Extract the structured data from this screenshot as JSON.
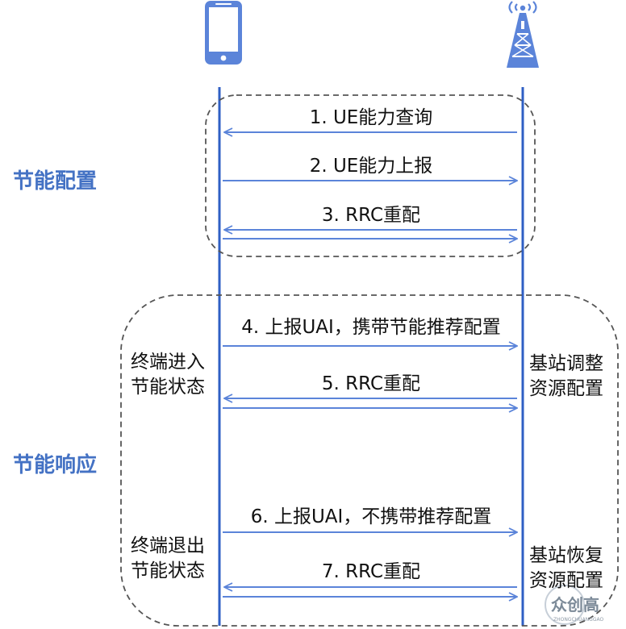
{
  "colors": {
    "lifeline": "#2f5fc4",
    "arrow": "#5b84d9",
    "title": "#4472c4",
    "text": "#111111",
    "dashed_box": "#555555",
    "icon": "#5b84d9"
  },
  "actors": {
    "ue": {
      "icon": "smartphone-icon"
    },
    "base_station": {
      "icon": "cell-tower-icon"
    }
  },
  "sections": {
    "config": {
      "title": "节能配置"
    },
    "response": {
      "title": "节能响应"
    }
  },
  "messages": [
    {
      "id": 1,
      "label": "1. UE能力查询",
      "direction": "bs-to-ue"
    },
    {
      "id": 2,
      "label": "2. UE能力上报",
      "direction": "ue-to-bs"
    },
    {
      "id": 3,
      "label": "3. RRC重配",
      "direction": "both"
    },
    {
      "id": 4,
      "label": "4. 上报UAI，携带节能推荐配置",
      "direction": "ue-to-bs"
    },
    {
      "id": 5,
      "label": "5. RRC重配",
      "direction": "both"
    },
    {
      "id": 6,
      "label": "6. 上报UAI，不携带推荐配置",
      "direction": "ue-to-bs"
    },
    {
      "id": 7,
      "label": "7. RRC重配",
      "direction": "both"
    }
  ],
  "notes": {
    "ue_enter": [
      "终端进入",
      "节能状态"
    ],
    "bs_adjust": [
      "基站调整",
      "资源配置"
    ],
    "ue_exit": [
      "终端退出",
      "节能状态"
    ],
    "bs_restore": [
      "基站恢复",
      "资源配置"
    ]
  },
  "watermark": {
    "logo": "众创高",
    "sub": "ZHONGCHUANGGAO"
  }
}
